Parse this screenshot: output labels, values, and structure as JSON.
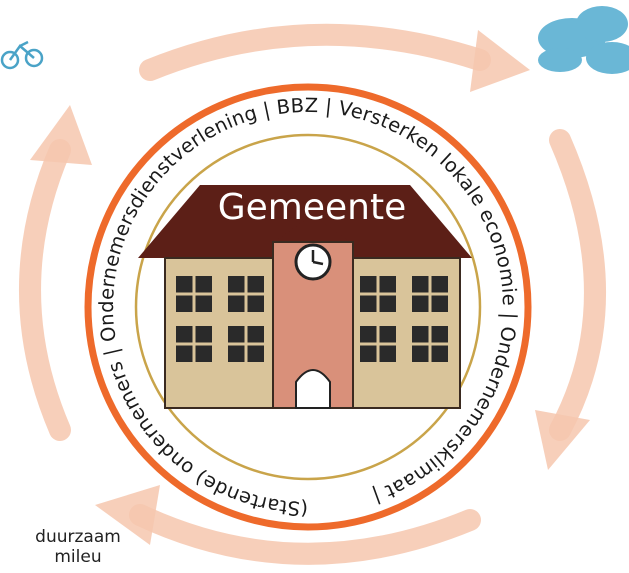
{
  "building": {
    "title": "Gemeente"
  },
  "ring": {
    "text": "(Startende) ondernemers | Ondernemersdienstverlening | BBZ | Versterken lokale economie | Ondernemersklimaat | "
  },
  "corner_label": {
    "line1": "duurzaam",
    "line2": "mileu"
  },
  "colors": {
    "ring_orange": "#ee6a2b",
    "ring_gold": "#c9a44a",
    "arrow_peach": "#f6c7ae",
    "roof": "#5c1f17",
    "wall": "#d9c49a",
    "tower": "#d9907a",
    "cloud": "#6ab7d6",
    "window": "#2a2a2a"
  },
  "icons": [
    "recycle-arrow-icon",
    "cloud-icon",
    "bicycle-icon",
    "clock-icon"
  ]
}
